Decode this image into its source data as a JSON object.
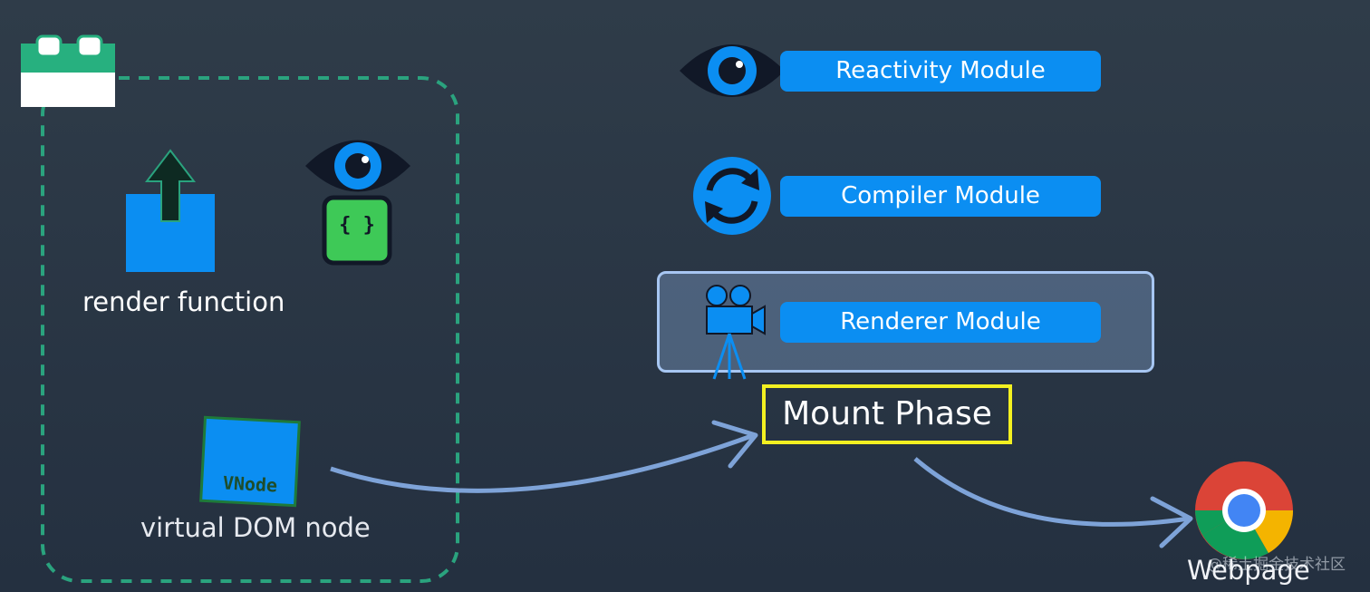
{
  "modules": [
    {
      "label": "Reactivity Module",
      "icon": "eye-icon"
    },
    {
      "label": "Compiler Module",
      "icon": "sync-icon"
    },
    {
      "label": "Renderer Module",
      "icon": "movie-camera-icon"
    }
  ],
  "component": {
    "render_caption": "render function",
    "reactive_braces": "{ }",
    "vnode_label": "VNode",
    "vnode_caption": "virtual DOM node"
  },
  "mount_phase": "Mount Phase",
  "webpage": "Webpage",
  "watermark": "@稀土掘金技术社区",
  "colors": {
    "background": "#2a3644",
    "module_blue": "#0b8ef2",
    "component_border": "#2aa37e",
    "highlight_yellow": "#f3f021",
    "arrow_blue": "#7ea3d8"
  }
}
